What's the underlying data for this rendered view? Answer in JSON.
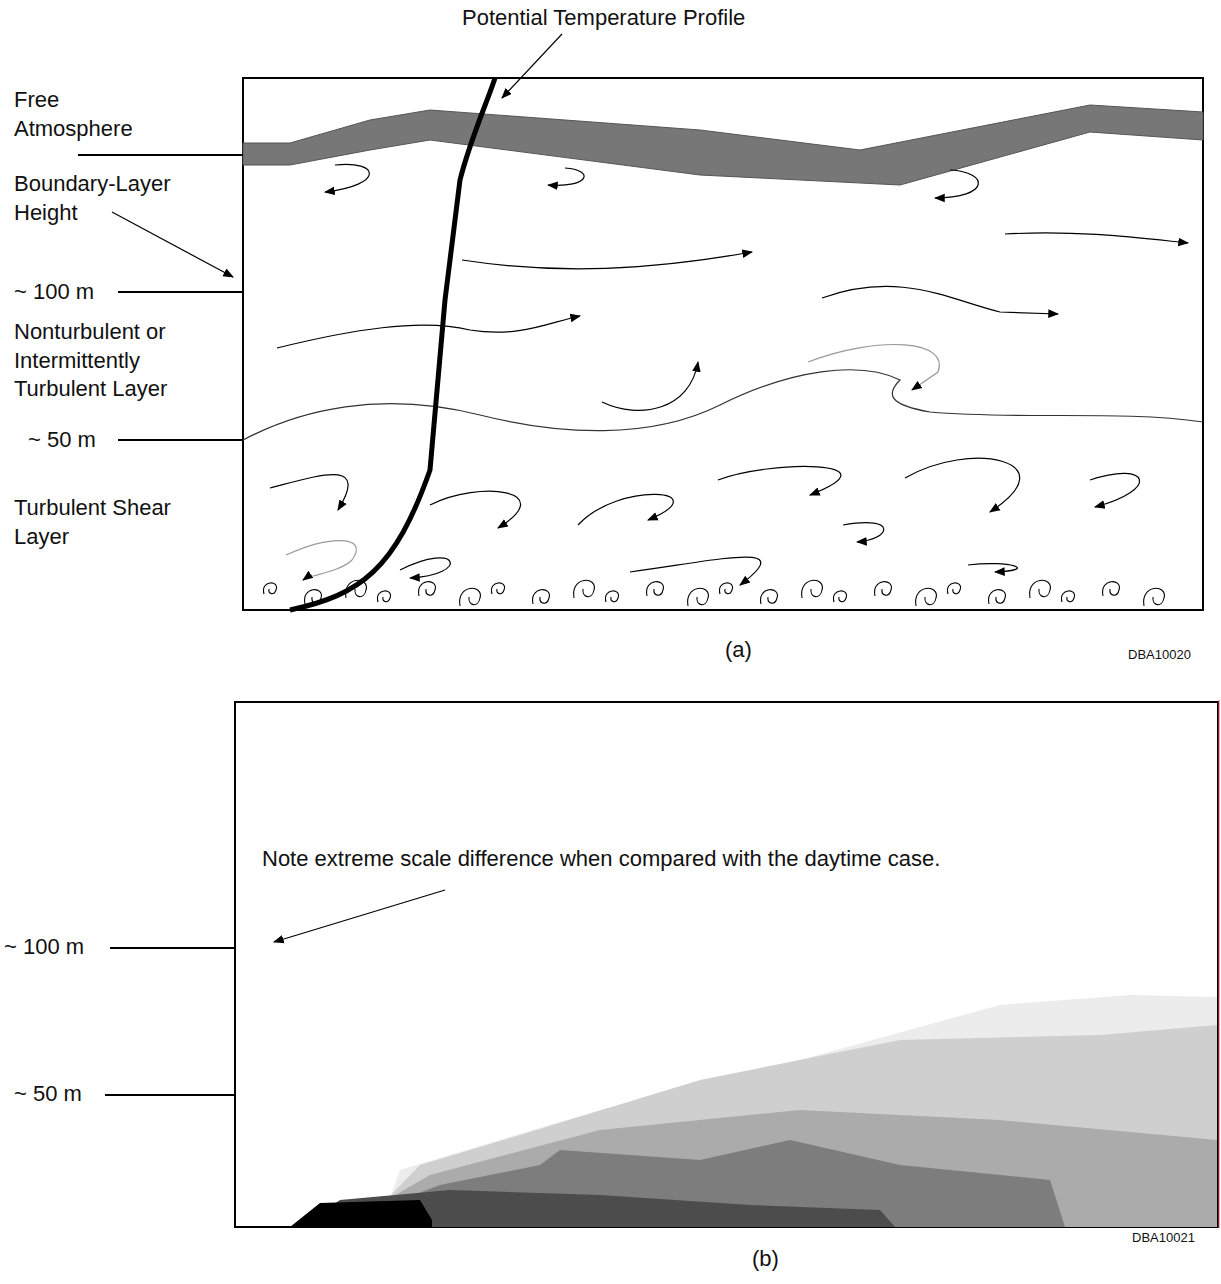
{
  "diagram": {
    "labels": [
      "Potential Temperature Profile",
      "Free Atmosphere",
      "Boundary-Layer Height",
      "~ 100 m",
      "Nonturbulent or Intermittently Turbulent Layer",
      "~ 50 m",
      "Turbulent Shear Layer",
      "(a)",
      "DBA10020",
      "Note extreme scale difference when compared with the daytime case.",
      "~ 100 m",
      "~ 50 m",
      "DBA10021",
      "(b)"
    ]
  }
}
